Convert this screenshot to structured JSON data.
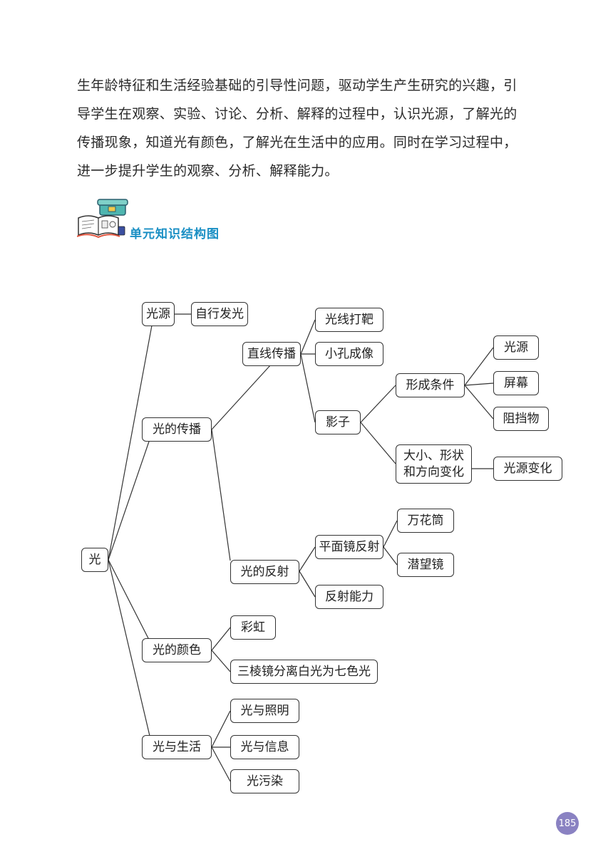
{
  "intro_lines": [
    "生年龄特征和生活经验基础的引导性问题，驱动学生产生研究的兴趣，引",
    "导学生在观察、实验、讨论、分析、解释的过程中，认识光源，了解光的",
    "传播现象，知道光有颜色，了解光在生活中的应用。同时在学习过程中，",
    "进一步提升学生的观察、分析、解释能力。"
  ],
  "section": {
    "title": "单元知识结构图",
    "icon": "book-and-chest-icon"
  },
  "mindmap": {
    "root": "光",
    "source": "光源",
    "self_luminous": "自行发光",
    "propagation": "光的传播",
    "straight_line": "直线传播",
    "target_shooting": "光线打靶",
    "pinhole": "小孔成像",
    "shadow": "影子",
    "conditions": "形成条件",
    "light_source": "光源",
    "screen": "屏幕",
    "obstacle": "阻挡物",
    "size_shape_line1": "大小、形状",
    "size_shape_line2": "和方向变化",
    "source_change": "光源变化",
    "reflection": "光的反射",
    "plane_mirror": "平面镜反射",
    "kaleidoscope": "万花筒",
    "periscope": "潜望镜",
    "reflect_ability": "反射能力",
    "color": "光的颜色",
    "rainbow": "彩虹",
    "prism": "三棱镜分离白光为七色光",
    "life": "光与生活",
    "lighting": "光与照明",
    "information": "光与信息",
    "pollution": "光污染"
  },
  "page_number": "185"
}
